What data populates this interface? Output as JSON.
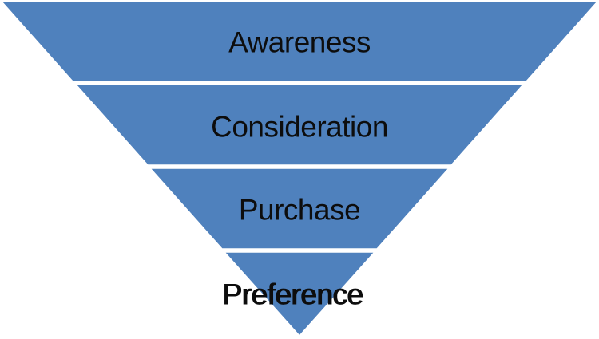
{
  "diagram": {
    "type": "inverted-pyramid-funnel",
    "background_color": "#ffffff",
    "tier_fill_color": "#4f81bd",
    "separator_color": "#ffffff",
    "text_color": "#0d0d0d",
    "tiers": [
      {
        "label": "Awareness"
      },
      {
        "label": "Consideration"
      },
      {
        "label": "Purchase"
      },
      {
        "label": "Preference"
      }
    ]
  }
}
